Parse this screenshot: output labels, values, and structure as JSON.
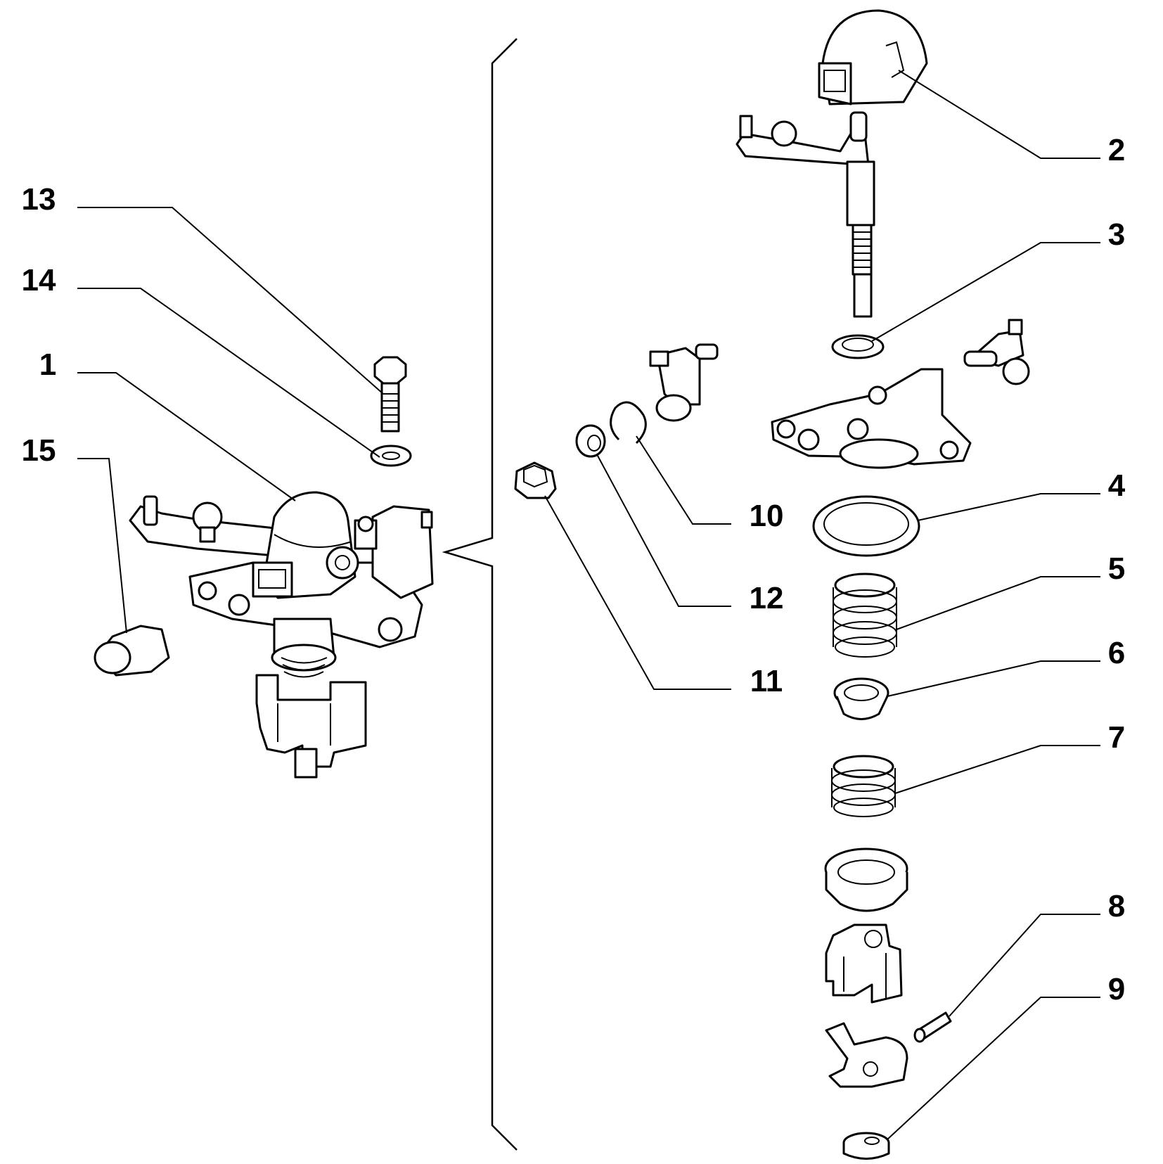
{
  "diagram": {
    "callouts": [
      {
        "id": "1",
        "label": "1"
      },
      {
        "id": "2",
        "label": "2"
      },
      {
        "id": "3",
        "label": "3"
      },
      {
        "id": "4",
        "label": "4"
      },
      {
        "id": "5",
        "label": "5"
      },
      {
        "id": "6",
        "label": "6"
      },
      {
        "id": "7",
        "label": "7"
      },
      {
        "id": "8",
        "label": "8"
      },
      {
        "id": "9",
        "label": "9"
      },
      {
        "id": "10",
        "label": "10"
      },
      {
        "id": "11",
        "label": "11"
      },
      {
        "id": "12",
        "label": "12"
      },
      {
        "id": "13",
        "label": "13"
      },
      {
        "id": "14",
        "label": "14"
      },
      {
        "id": "15",
        "label": "15"
      }
    ],
    "colors": {
      "line": "#000000",
      "background": "#ffffff"
    }
  }
}
